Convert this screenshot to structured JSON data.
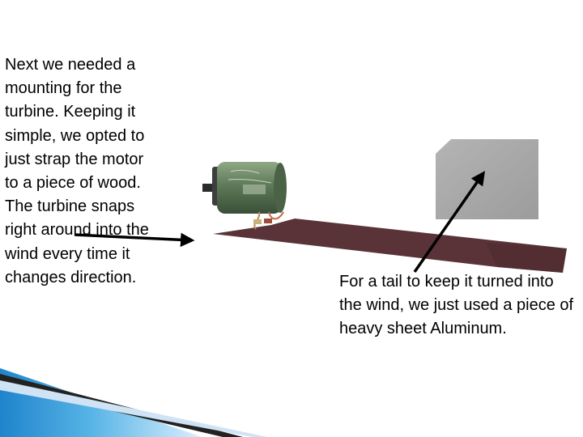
{
  "slide": {
    "left_text": "Next we needed a mounting for the turbine. Keeping it simple, we opted to just strap the motor to a piece of wood.\nThe turbine snaps right around into the wind every time it changes direction.",
    "right_text": "For a tail to keep it turned into the wind, we just used a piece of heavy sheet Aluminum."
  },
  "colors": {
    "wood": "#5a3338",
    "aluminum": "#a8a8a8",
    "motor": "#5e7a58",
    "arrow": "#000000",
    "accent_blue": "#2a8fd0"
  },
  "icons": {
    "motor": "motor-photo",
    "tail": "aluminum-tail-photo",
    "mount": "wood-board-photo"
  }
}
